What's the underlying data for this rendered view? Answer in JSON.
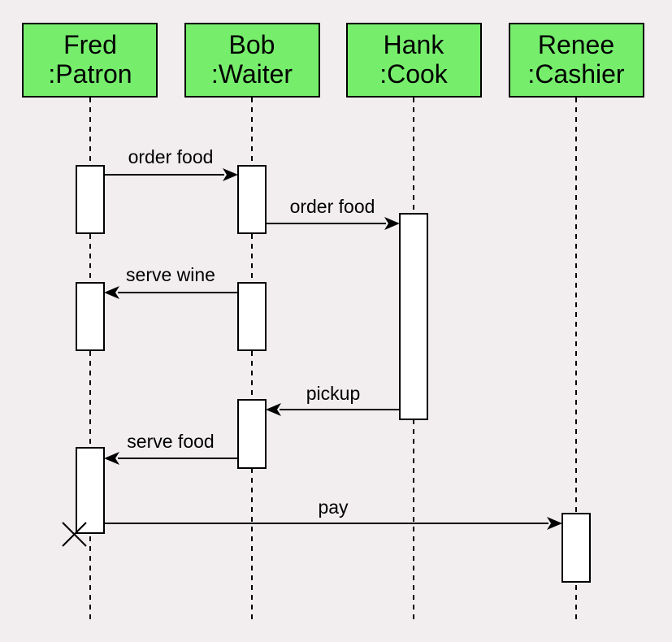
{
  "colors": {
    "participant_fill": "#76ee6c",
    "background": "#f2eef0"
  },
  "participants": [
    {
      "name": "Fred",
      "role": ":Patron"
    },
    {
      "name": "Bob",
      "role": ":Waiter"
    },
    {
      "name": "Hank",
      "role": ":Cook"
    },
    {
      "name": "Renee",
      "role": ":Cashier"
    }
  ],
  "messages": [
    {
      "label": "order food",
      "from": "Fred",
      "to": "Bob"
    },
    {
      "label": "order food",
      "from": "Bob",
      "to": "Hank"
    },
    {
      "label": "serve wine",
      "from": "Bob",
      "to": "Fred"
    },
    {
      "label": "pickup",
      "from": "Hank",
      "to": "Bob"
    },
    {
      "label": "serve food",
      "from": "Bob",
      "to": "Fred"
    },
    {
      "label": "pay",
      "from": "Fred",
      "to": "Renee"
    }
  ],
  "destroyed": "Fred"
}
